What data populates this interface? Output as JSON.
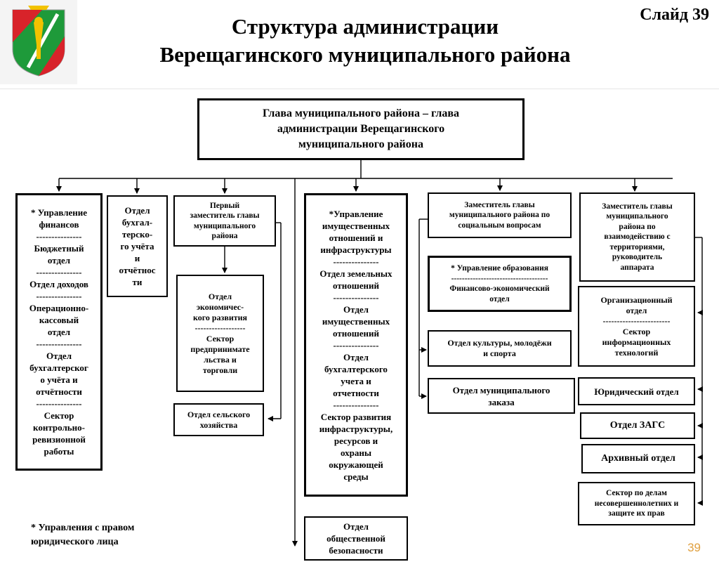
{
  "header": {
    "title_line1": "Структура администрации",
    "title_line2": "Верещагинского муниципального района",
    "slide_label": "Слайд 39"
  },
  "emblem": {
    "name": "coat-of-arms",
    "colors": [
      "#d8232a",
      "#1e9a3a",
      "#f2c200",
      "#ffffff"
    ]
  },
  "head_box": "Глава муниципального района – глава\nадминистрации Верещагинского\nмуниципального района",
  "boxes": {
    "finance": "* Управление\nфинансов\n---------------\nБюджетный\nотдел\n---------------\nОтдел доходов\n---------------\nОперационно-\nкассовый\nотдел\n---------------\nОтдел\nбухгалтерског\nо учёта и\nотчётности\n---------------\nСектор\nконтрольно-\nревизионной\nработы",
    "accounting": "Отдел\nбухгал-\nтерско-\nго учёта\nи\nотчётнос\nти",
    "first_deputy": "Первый\nзаместитель главы\nмуниципального\nрайона",
    "economic": "Отдел\nэкономичес-\nкого развития\n------------------\nСектор\nпредпринимате\nльства и\nторговли",
    "agriculture": "Отдел сельского\nхозяйства",
    "property": "*Управление\nимущественных\nотношений и\nинфраструктуры\n---------------\nОтдел земельных\nотношений\n---------------\nОтдел\nимущественных\nотношений\n---------------\nОтдел\nбухгалтерского\nучета и\nотчетности\n---------------\nСектор развития\nинфраструктуры,\nресурсов и\nохраны\nокружающей\nсреды",
    "public_safety": "Отдел\nобщественной\nбезопасности",
    "deputy_social": "Заместитель главы\nмуниципального района  по\nсоциальным вопросам",
    "education": "* Управление образования\n------------------------------------\nФинансово-экономический\nотдел",
    "culture": "Отдел  культуры, молодёжи\nи спорта",
    "procurement": "Отдел муниципального\nзаказа",
    "deputy_territories": "Заместитель главы\nмуниципального\nрайона по\nвзаимодействию с\nтерриториями,\nруководитель\nаппарата",
    "organizational": "Организационный\nотдел\n------------------------\nСектор\nинформационных\nтехнологий",
    "legal": "Юридический отдел",
    "zags": "Отдел ЗАГС",
    "archive": "Архивный отдел",
    "minors": "Сектор по делам\nнесовершеннолетних и\nзащите их прав"
  },
  "footnote": "*  Управления с правом\nюридического лица",
  "page_number": "39"
}
